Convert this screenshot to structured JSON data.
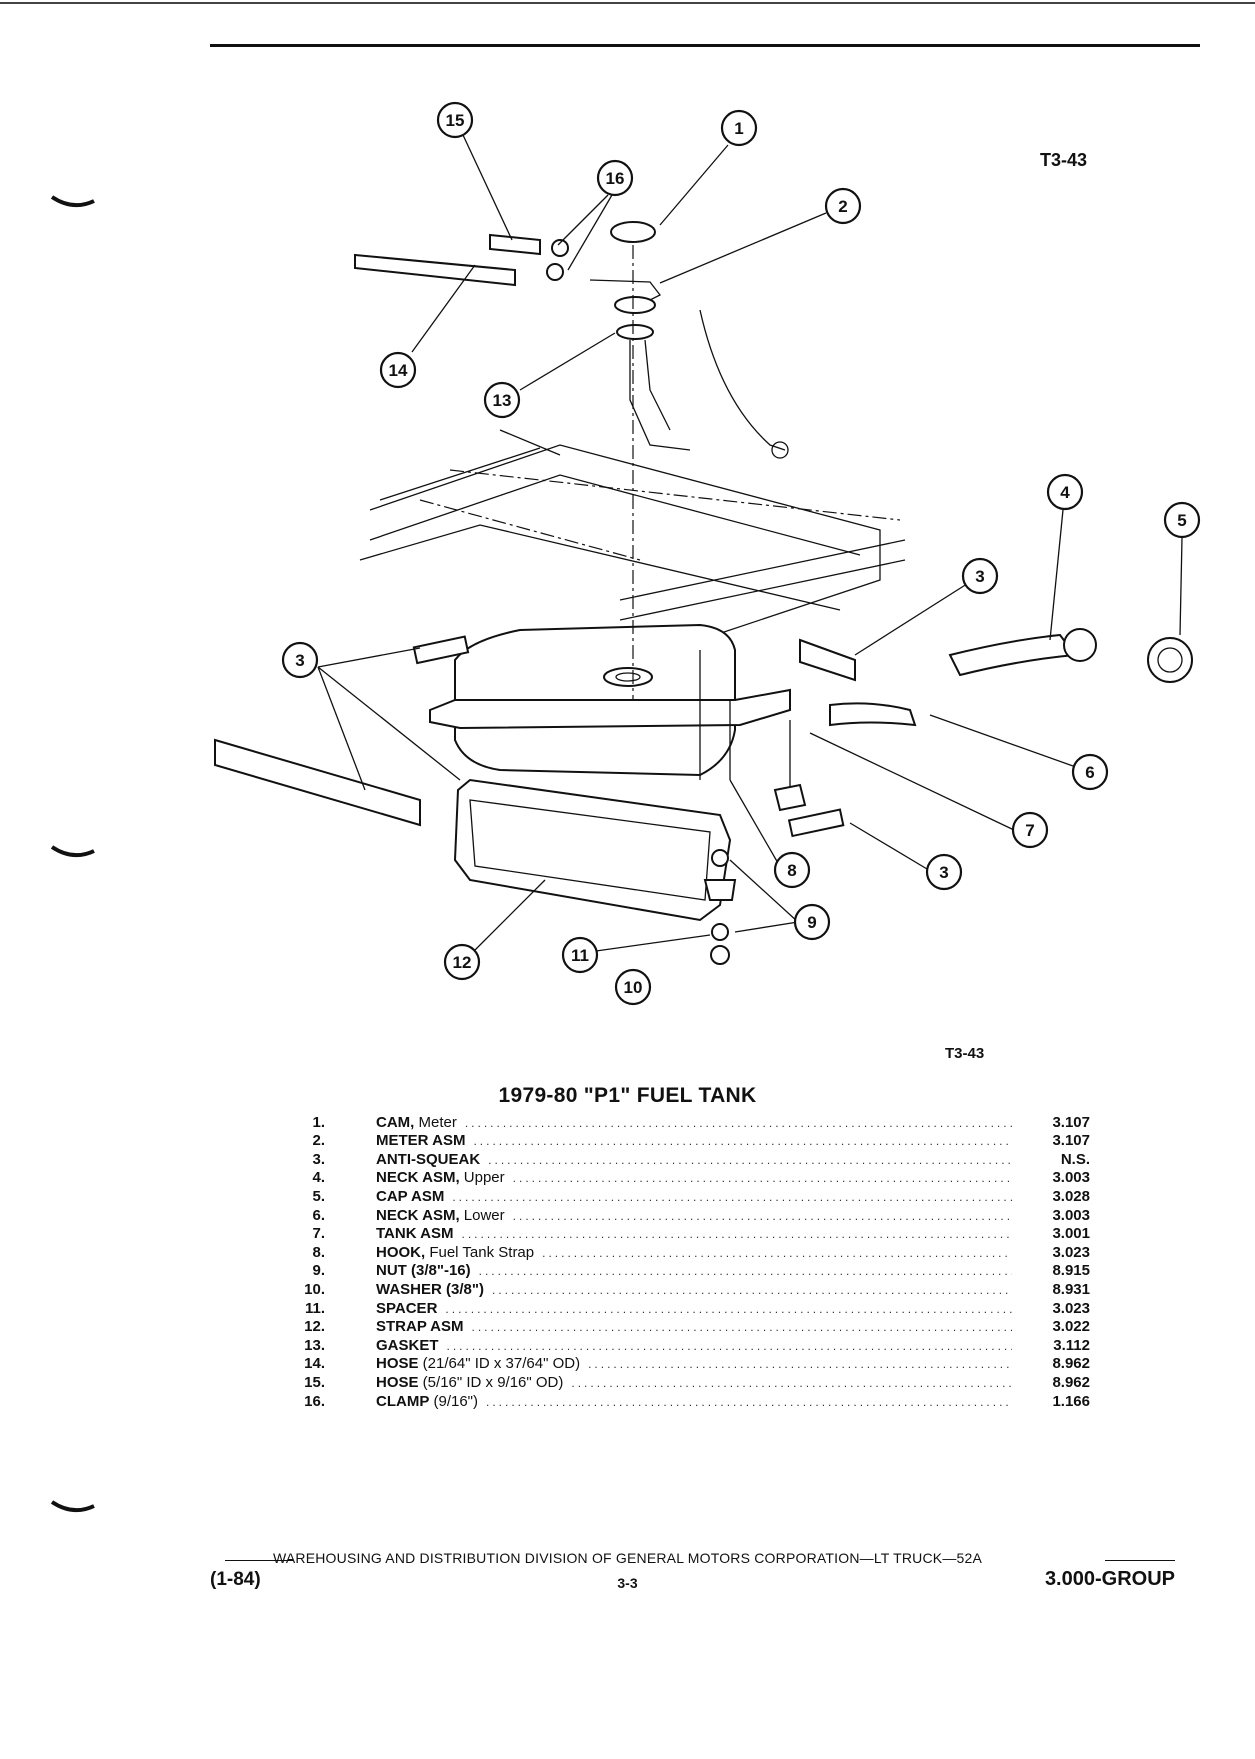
{
  "figure": {
    "code_top": "T3-43",
    "code_bottom": "T3-43",
    "callouts": [
      "15",
      "16",
      "1",
      "2",
      "14",
      "13",
      "4",
      "5",
      "3",
      "3",
      "6",
      "7",
      "8",
      "3",
      "9",
      "11",
      "12",
      "10"
    ]
  },
  "title": "1979-80 \"P1\" FUEL TANK",
  "parts": [
    {
      "num": "1.",
      "name": "CAM,",
      "detail": " Meter",
      "group": "3.107"
    },
    {
      "num": "2.",
      "name": "METER ASM",
      "detail": "",
      "group": "3.107"
    },
    {
      "num": "3.",
      "name": "ANTI-SQUEAK",
      "detail": "",
      "group": "N.S."
    },
    {
      "num": "4.",
      "name": "NECK ASM,",
      "detail": " Upper",
      "group": "3.003"
    },
    {
      "num": "5.",
      "name": "CAP ASM",
      "detail": "",
      "group": "3.028"
    },
    {
      "num": "6.",
      "name": "NECK ASM,",
      "detail": " Lower",
      "group": "3.003"
    },
    {
      "num": "7.",
      "name": "TANK ASM",
      "detail": "",
      "group": "3.001"
    },
    {
      "num": "8.",
      "name": "HOOK,",
      "detail": " Fuel Tank Strap",
      "group": "3.023"
    },
    {
      "num": "9.",
      "name": "NUT (3/8\"-16)",
      "detail": "",
      "group": "8.915"
    },
    {
      "num": "10.",
      "name": "WASHER (3/8\")",
      "detail": "",
      "group": "8.931"
    },
    {
      "num": "11.",
      "name": "SPACER",
      "detail": "",
      "group": "3.023"
    },
    {
      "num": "12.",
      "name": "STRAP ASM",
      "detail": "",
      "group": "3.022"
    },
    {
      "num": "13.",
      "name": "GASKET",
      "detail": "",
      "group": "3.112"
    },
    {
      "num": "14.",
      "name": "HOSE",
      "detail": " (21/64\" ID x 37/64\" OD)",
      "group": "8.962"
    },
    {
      "num": "15.",
      "name": "HOSE",
      "detail": " (5/16\" ID x 9/16\" OD)",
      "group": "8.962"
    },
    {
      "num": "16.",
      "name": "CLAMP",
      "detail": " (9/16\")",
      "group": "1.166"
    }
  ],
  "footer": {
    "line": "WAREHOUSING AND DISTRIBUTION DIVISION OF GENERAL MOTORS CORPORATION—LT TRUCK—52A",
    "date": "(1-84)",
    "page": "3-3",
    "group": "3.000-GROUP"
  }
}
